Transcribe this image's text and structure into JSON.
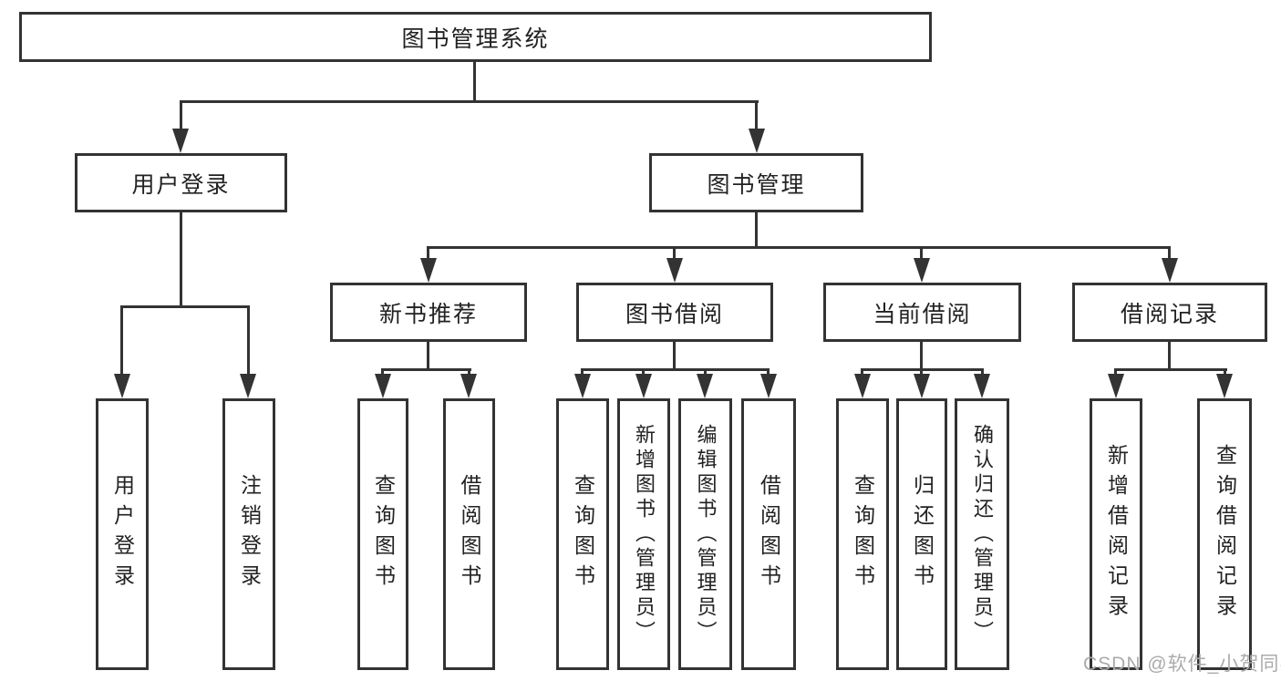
{
  "diagram": {
    "root": "图书管理系统",
    "level2": [
      "用户登录",
      "图书管理"
    ],
    "level3": [
      "新书推荐",
      "图书借阅",
      "当前借阅",
      "借阅记录"
    ],
    "leaves_user_login": [
      "用户登录",
      "注销登录"
    ],
    "leaves_new_book": [
      "查询图书",
      "借阅图书"
    ],
    "leaves_book_borrow": [
      "查询图书",
      "新增图书（管理员）",
      "编辑图书（管理员）",
      "借阅图书"
    ],
    "leaves_current_borrow": [
      "查询图书",
      "归还图书",
      "确认归还（管理员）"
    ],
    "leaves_borrow_record": [
      "新增借阅记录",
      "查询借阅记录"
    ],
    "colors": {
      "line": "#333333",
      "text": "#222222",
      "box_background": "#ffffff"
    }
  },
  "watermark": {
    "text": "CSDN @软件_小贺同学",
    "color": "#ababab"
  }
}
